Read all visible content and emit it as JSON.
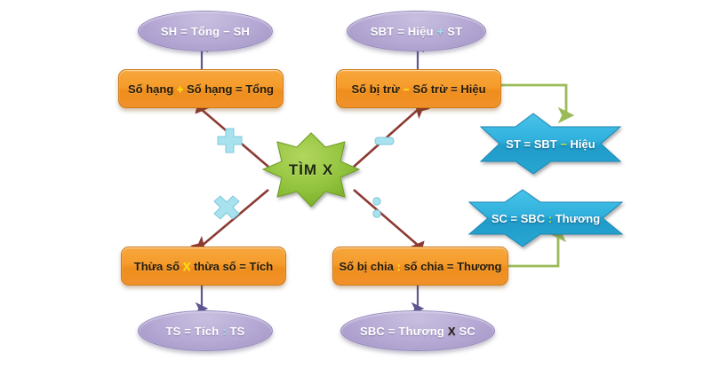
{
  "diagram": {
    "title": "TÌM X",
    "center": {
      "label": "TÌM X",
      "shape": "8-point-star",
      "color": "#8cc63e"
    },
    "colors": {
      "orange": "#f19226",
      "purple": "#b0a3ce",
      "blue": "#29a9d6",
      "green_star": "#8cc63e",
      "green_arrow": "#9bbb59",
      "dark_arrow": "#8c3a33",
      "purple_arrow": "#5f5590",
      "cyan_op": "#a9e2ef",
      "yellow_op": "#ffe100"
    },
    "operations": [
      {
        "id": "addition",
        "operator_icon": "plus-icon",
        "rule": {
          "text_before": "Số hạng ",
          "op": "+",
          "text_after": " Số hạng = Tổng"
        },
        "result": {
          "text_before": "SH = Tổng ",
          "op": "−",
          "text_after": " SH"
        }
      },
      {
        "id": "subtraction",
        "operator_icon": "minus-icon",
        "rule": {
          "text_before": "Số bị trừ ",
          "op": "−",
          "text_after": " Số trừ = Hiệu"
        },
        "result": {
          "text_before": "SBT = Hiệu ",
          "op": "+",
          "text_after": " ST"
        },
        "extra": {
          "text_before": "ST = SBT ",
          "op": "−",
          "text_after": " Hiệu"
        }
      },
      {
        "id": "multiplication",
        "operator_icon": "times-icon",
        "rule": {
          "text_before": "Thừa số ",
          "op": "X",
          "text_after": " thừa số = Tích"
        },
        "result": {
          "text_before": "TS = Tích ",
          "op": ":",
          "text_after": " TS"
        }
      },
      {
        "id": "division",
        "operator_icon": "divide-icon",
        "rule": {
          "text_before": "Số bị chia ",
          "op": ":",
          "text_after": " số chia = Thương"
        },
        "result": {
          "text_before": "SBC = Thương ",
          "op": "X",
          "text_after": " SC"
        },
        "extra": {
          "text_before": "SC = SBC ",
          "op": ":",
          "text_after": " Thương"
        }
      }
    ],
    "nodes": {
      "ellipse_sh": {
        "full_text": "SH = Tổng − SH"
      },
      "ellipse_sbt": {
        "full_text": "SBT = Hiệu + ST"
      },
      "ellipse_ts": {
        "full_text": "TS = Tích : TS"
      },
      "ellipse_sbc": {
        "full_text": "SBC = Thương X SC"
      },
      "box_add": {
        "full_text": "Số hạng + Số hạng = Tổng"
      },
      "box_sub": {
        "full_text": "Số bị trừ − Số trừ = Hiệu"
      },
      "box_mul": {
        "full_text": "Thừa số X thừa số = Tích"
      },
      "box_div": {
        "full_text": "Số bị chia : số chia = Thương"
      },
      "ribbon_st": {
        "full_text": "ST = SBT − Hiệu"
      },
      "ribbon_sc": {
        "full_text": "SC = SBC : Thương"
      }
    },
    "floating_ops": [
      {
        "name": "plus-icon",
        "glyph": "+"
      },
      {
        "name": "times-icon",
        "glyph": "✕"
      },
      {
        "name": "minus-icon",
        "glyph": "−"
      },
      {
        "name": "divide-icon",
        "glyph": ":"
      }
    ]
  }
}
